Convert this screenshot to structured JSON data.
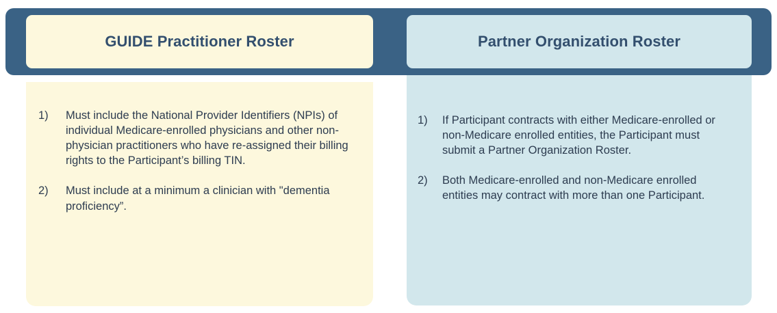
{
  "figure": {
    "colors": {
      "frame_blue": "#3a6285",
      "cream": "#fdf8dd",
      "light_blue": "#d2e7ec",
      "title_text": "#334f6e",
      "body_text": "#2d3c50"
    }
  },
  "panels": [
    {
      "id": "guide-practitioner-roster",
      "title": "GUIDE Practitioner Roster",
      "items": [
        {
          "marker": "1)",
          "text": "Must include the National Provider Identifiers (NPIs) of individual Medicare-enrolled physicians and other non-physician practitioners who have re-assigned their billing rights to the Participant’s billing TIN."
        },
        {
          "marker": "2)",
          "text": "Must include at a minimum a clinician with \"dementia proficiency”."
        }
      ]
    },
    {
      "id": "partner-organization-roster",
      "title": "Partner Organization Roster",
      "items": [
        {
          "marker": "1)",
          "text": "If Participant contracts with either Medicare-enrolled or non-Medicare enrolled entities, the Participant must submit a Partner Organization Roster."
        },
        {
          "marker": "2)",
          "text": "Both Medicare-enrolled and non-Medicare enrolled entities may contract with more than one Participant."
        }
      ]
    }
  ]
}
